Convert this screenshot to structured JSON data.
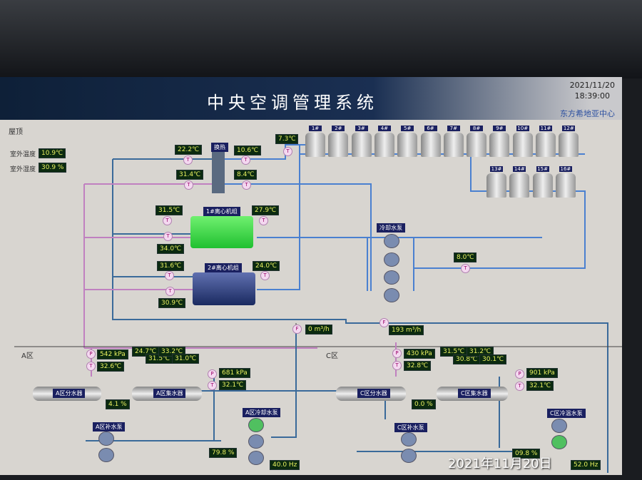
{
  "header": {
    "title": "中央空调管理系统",
    "date": "2021/11/20",
    "time": "18:39:00",
    "org": "东方希地亚中心"
  },
  "roof": {
    "label": "屋顶",
    "outdoor_temp_label": "室外温度",
    "outdoor_temp": "10.9℃",
    "outdoor_hum_label": "室外湿度",
    "outdoor_hum": "30.9 %"
  },
  "hx": {
    "label": "换热",
    "left_top": "22.2℃",
    "left_bottom": "31.4℃",
    "right_top": "10.6℃",
    "right_bottom": "8.4℃"
  },
  "tower_temp": "7.3℃",
  "towers": [
    "1#",
    "2#",
    "3#",
    "4#",
    "5#",
    "6#",
    "7#",
    "8#",
    "9#",
    "10#",
    "11#",
    "12#",
    "13#",
    "14#",
    "15#",
    "16#"
  ],
  "chiller1": {
    "label": "1#离心机组",
    "in": "31.5℃",
    "out": "34.0℃",
    "right": "27.9℃"
  },
  "chiller2": {
    "label": "2#离心机组",
    "in": "31.6℃",
    "out": "30.9℃",
    "right": "24.0℃"
  },
  "cooling_pump": {
    "label": "冷却水泵",
    "temp": "8.0℃"
  },
  "flow": {
    "a": "0 m³/h",
    "c": "193 m³/h"
  },
  "zone_a": {
    "label": "A区",
    "supply_p": "542 kPa",
    "supply_t": "32.6℃",
    "branch_temps": [
      "24.7℃",
      "31.5℃",
      "33.2℃",
      "31.0℃"
    ],
    "return_p": "681 kPa",
    "return_t": "32.1℃",
    "valve": "4.1 %",
    "valve2": "79.8 %",
    "freq": "40.0 Hz",
    "divider": "A区分水器",
    "collector": "A区集水器",
    "makeup": "A区补水泵",
    "pump": "A区冷却水泵"
  },
  "zone_c": {
    "label": "C区",
    "supply_p": "430 kPa",
    "supply_t": "32.8℃",
    "branch_temps": [
      "31.5℃",
      "30.8℃",
      "31.2℃",
      "30.1℃"
    ],
    "return_p": "901 kPa",
    "return_t": "32.1℃",
    "valve": "0.0 %",
    "valve2": "09.8 %",
    "freq": "52.0 Hz",
    "divider": "C区分水器",
    "collector": "C区集水器",
    "makeup": "C区补水泵",
    "pump": "C区冷温水泵"
  },
  "photo_stamp": "2021年11月20日"
}
